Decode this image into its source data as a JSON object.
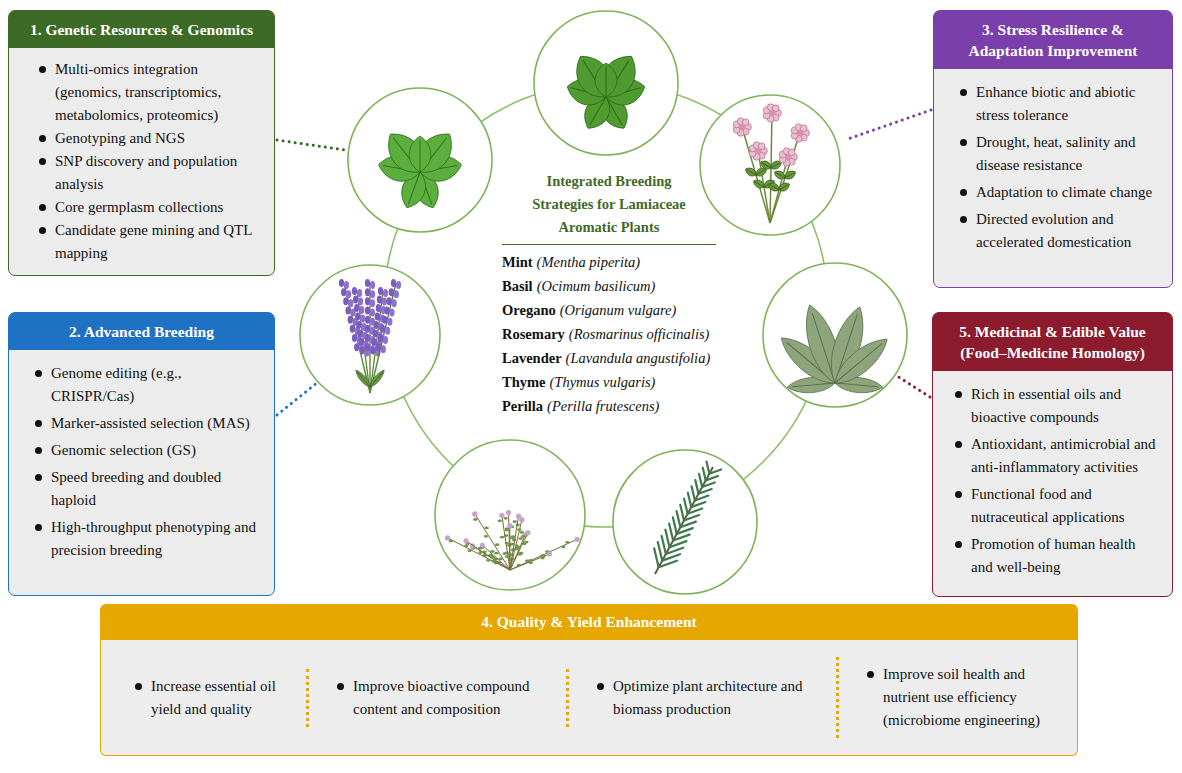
{
  "diagram": {
    "nodes": [
      {
        "text": [
          "1. Genetic Resources & Genomics",
          "Multi-omics integration (genomics, transcriptomics, metabolomics, proteomics)",
          "Genotyping and NGS",
          "SNP discovery and population analysis",
          "Core germplasm collections",
          "Candidate gene mining and QTL mapping"
        ]
      },
      {
        "text": [
          "Integrated Breeding Strategies for Lamiaceae Aromatic Plants",
          "Mint",
          "(Mentha piperita)",
          "Basil",
          "(Ocimum basilicum)",
          "Oregano",
          "(Origanum vulgare)",
          "Rosemary",
          "(Rosmarinus officinalis)",
          "Lavender",
          "(Lavandula angustifolia)",
          "Thyme",
          "(Thymus vulgaris)",
          "Perilla",
          "(Perilla frutescens)"
        ]
      },
      {
        "text": [
          "3. Stress Resilience & Adaptation Improvement",
          "Enhance biotic and abiotic stress tolerance",
          "Drought, heat, salinity and disease resistance",
          "Adaptation to climate change",
          "Directed evolution and accelerated domestication"
        ]
      },
      {
        "text": [
          "2. Advanced Breeding",
          "Genome editing (e.g., CRISPR/Cas)",
          "Marker-assisted selection (MAS)",
          "Genomic selection (GS)",
          "Speed breeding and doubled haploid",
          "High-throughput phenotyping and precision breeding"
        ]
      },
      {
        "text": [
          "5. Medicinal & Edible Value (Food–Medicine Homology)",
          "Rich in essential oils and bioactive compounds",
          "Antioxidant, antimicrobial and anti-inflammatory activities",
          "Functional food and nutraceutical applications",
          "Promotion of human health and well-being"
        ]
      },
      {
        "text": [
          "4. Quality & Yield Enhancement",
          "Increase essential oil yield and quality",
          "Improve bioactive compound content and composition",
          "Optimize plant architecture and biomass production",
          "Improve soil health and nutrient use efficiency (microbiome engineering)"
        ]
      }
    ]
  }
}
